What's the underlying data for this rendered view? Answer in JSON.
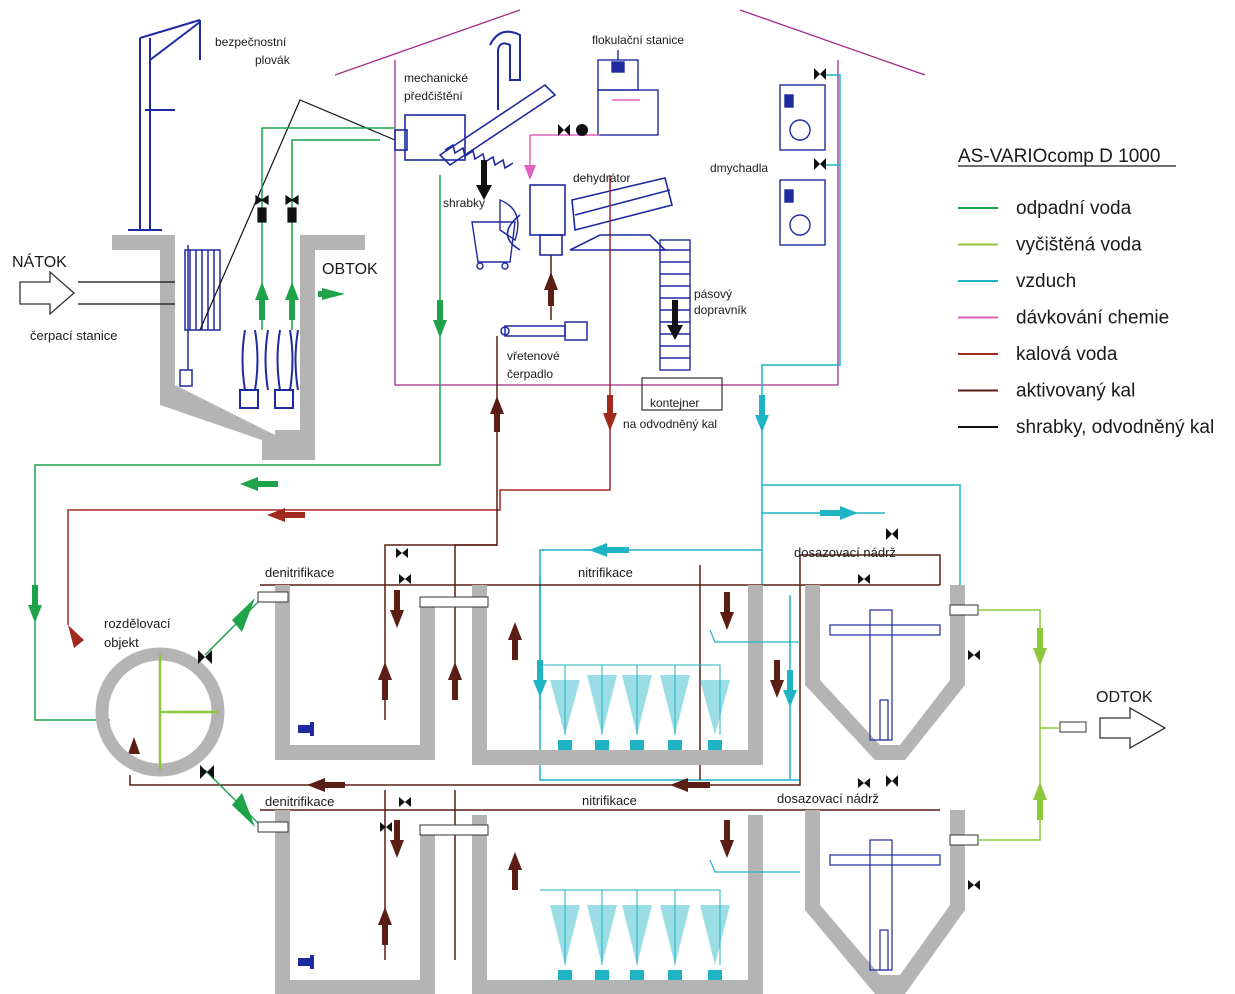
{
  "colors": {
    "waste_water": "#1fa34a",
    "clean_water": "#8cc83c",
    "air": "#1fb4c4",
    "chemicals": "#e060c0",
    "sludge_water": "#a0281e",
    "activated_sludge": "#5a1e14",
    "screenings": "#111111",
    "tank": "#b4b4b4",
    "building": "#a02a8c",
    "equipment": "#1e2aa0"
  },
  "legend": {
    "title": "AS-VARIOcomp D 1000",
    "items": [
      {
        "label": "odpadní voda",
        "color": "#1fa34a"
      },
      {
        "label": "vyčištěná voda",
        "color": "#8cc83c"
      },
      {
        "label": "vzduch",
        "color": "#1fb4c4"
      },
      {
        "label": "dávkování chemie",
        "color": "#e060c0"
      },
      {
        "label": "kalová voda",
        "color": "#a0281e"
      },
      {
        "label": "aktivovaný kal",
        "color": "#5a1e14"
      },
      {
        "label": "shrabky, odvodněný kal",
        "color": "#111111"
      }
    ]
  },
  "labels": {
    "inflow": "NÁTOK",
    "bypass": "OBTOK",
    "outflow": "ODTOK",
    "pump_station": "čerpací stanice",
    "safety_float_1": "bezpečnostní",
    "safety_float_2": "plovák",
    "mech_pre_1": "mechanické",
    "mech_pre_2": "předčištění",
    "screenings": "shrabky",
    "flocculation": "flokulační stanice",
    "dehydrator": "dehydrátor",
    "blowers": "dmychadla",
    "conveyor_1": "pásový",
    "conveyor_2": "dopravník",
    "spindle_pump_1": "vřetenové",
    "spindle_pump_2": "čerpadlo",
    "container": "kontejner",
    "dewatered_sludge": "na odvodněný kal",
    "distribution_1": "rozdělovací",
    "distribution_2": "objekt",
    "denitrification": "denitrifikace",
    "nitrification": "nitrifikace",
    "settling_tank": "dosazovací nádrž"
  },
  "icons": [
    "crane-icon",
    "screw-screen-icon",
    "dehydrator-icon",
    "blower-icon",
    "pump-icon",
    "valve-icon",
    "diffuser-icon",
    "bin-icon",
    "conveyor-icon"
  ]
}
